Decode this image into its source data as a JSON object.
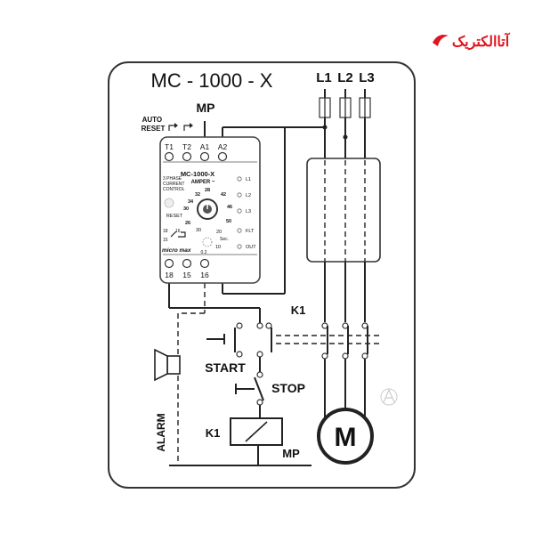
{
  "brand": {
    "logo_text": "آتاالکتریک",
    "accent": "#e0141e"
  },
  "title": "MC - 1000 - X",
  "lines": [
    "L1",
    "L2",
    "L3"
  ],
  "labels": {
    "mp_top": "MP",
    "mp_bottom": "MP",
    "auto_reset": "AUTO\nRESET",
    "k1_contactor": "K1",
    "k1_coil": "K1",
    "start": "START",
    "stop": "STOP",
    "alarm": "ALARM",
    "motor": "M"
  },
  "relay": {
    "top_terminals": [
      "T1",
      "T2",
      "A1",
      "A2"
    ],
    "bottom_terminals": [
      "18",
      "15",
      "16"
    ],
    "model": "MC-1000-X",
    "amper": "AMPER ~",
    "side_text": [
      "3 PHASE",
      "CURRENT",
      "CONTROL"
    ],
    "reset": "RESET",
    "dial_values": [
      "28",
      "32",
      "34",
      "30",
      "26",
      "42",
      "46",
      "50"
    ],
    "delay_values": [
      "30",
      "20",
      "10",
      "0.2"
    ],
    "sec": "Sec.",
    "contacts_left": [
      "18",
      "16",
      "15"
    ],
    "leds": [
      "L1",
      "L2",
      "L3",
      "FLT",
      "OUT"
    ],
    "brand_name": "micro max"
  }
}
